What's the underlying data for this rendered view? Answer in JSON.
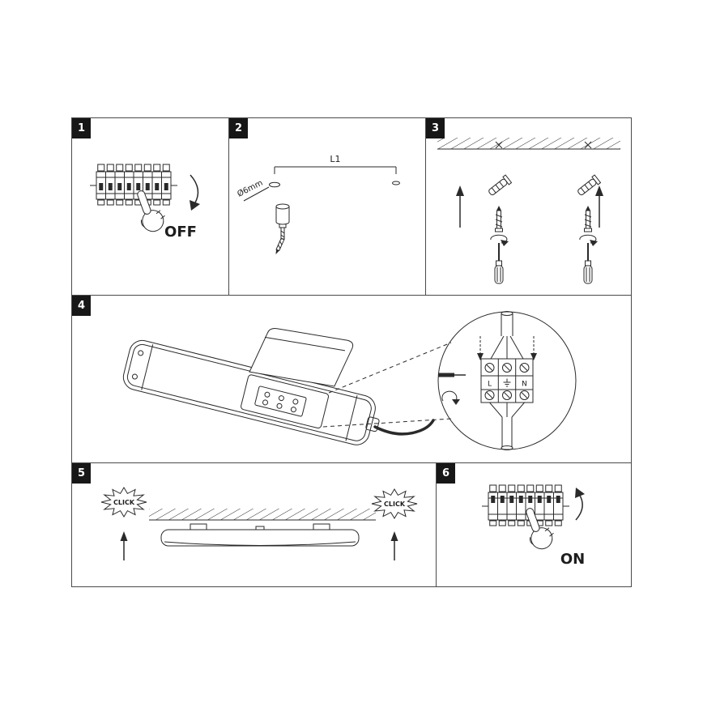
{
  "colors": {
    "ink": "#2a2a2a",
    "frame_border": "#4a4a4a",
    "badge_bg": "#171717",
    "badge_fg": "#ffffff",
    "paper": "#ffffff"
  },
  "steps": {
    "s1": {
      "num": "1",
      "switch_label": "OFF"
    },
    "s2": {
      "num": "2",
      "length_label": "L1",
      "drill_diameter_label": "Ø6mm"
    },
    "s3": {
      "num": "3"
    },
    "s4": {
      "num": "4",
      "terminal_live": "L",
      "terminal_neutral": "N"
    },
    "s5": {
      "num": "5",
      "click_left": "CLICK",
      "click_right": "CLICK"
    },
    "s6": {
      "num": "6",
      "switch_label": "ON"
    }
  },
  "icons": [
    "pointing-hand-icon",
    "rotate-arrow-icon",
    "up-arrow-icon",
    "wall-plug-icon",
    "screw-icon",
    "screwdriver-icon",
    "rotation-arrow-icon",
    "drill-bit-icon",
    "earth-symbol-icon",
    "stripped-wire-icon",
    "twist-arrow-icon",
    "click-burst-icon",
    "ceiling-hatch",
    "detail-circle"
  ]
}
